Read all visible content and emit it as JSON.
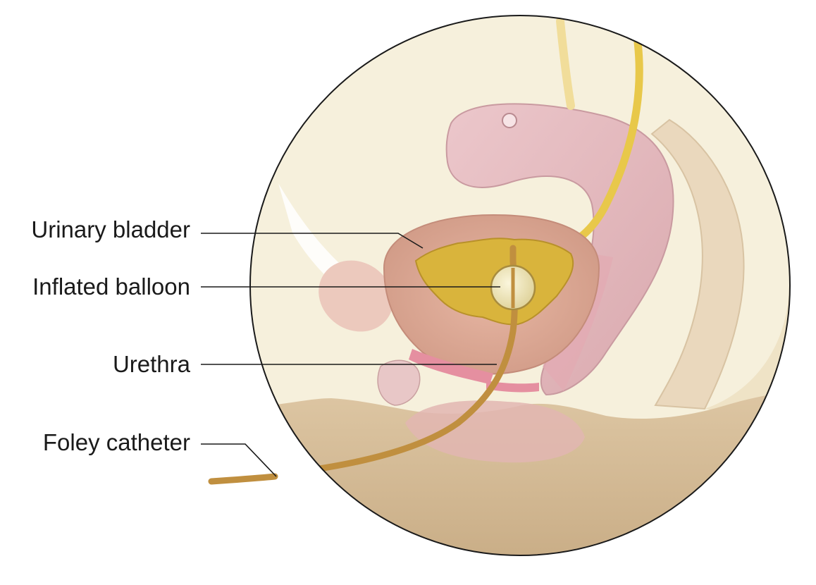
{
  "labels": {
    "bladder": "Urinary bladder",
    "balloon": "Inflated balloon",
    "urethra": "Urethra",
    "catheter": "Foley catheter"
  },
  "colors": {
    "circle_fill": "#f6f0dc",
    "circle_stroke": "#1a1a1a",
    "tissue_pink": "#e6bcc0",
    "bladder_wall": "#dba593",
    "urine": "#d9b43c",
    "ureter_yellow": "#e8c84a",
    "catheter": "#c08f3f",
    "balloon": "#efe6b8",
    "skin": "#d8c09c",
    "urethra_pink": "#e58fa0",
    "leader_line": "#1a1a1a"
  }
}
